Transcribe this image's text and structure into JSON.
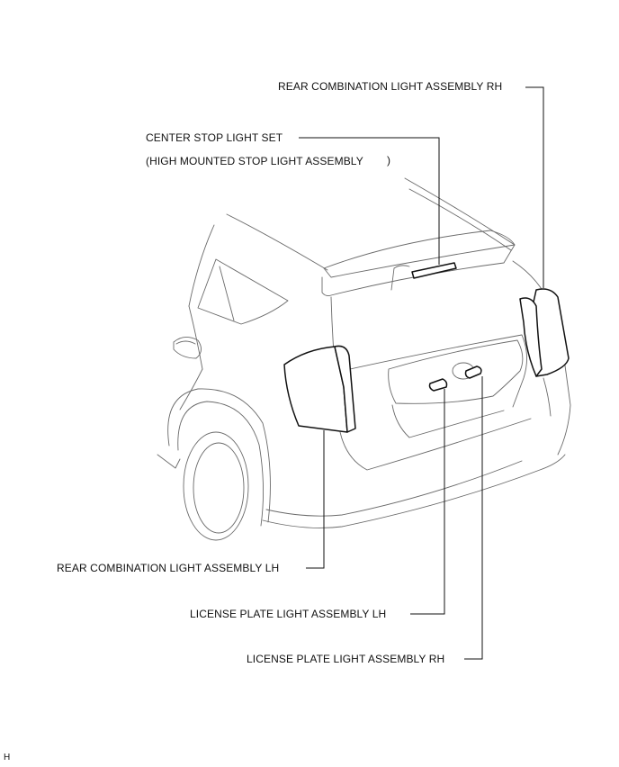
{
  "labels": {
    "rear_rh": "REAR COMBINATION LIGHT ASSEMBLY RH",
    "center_stop_1": "CENTER STOP LIGHT SET",
    "center_stop_2_open": "(HIGH MOUNTED STOP LIGHT ASSEMBLY",
    "center_stop_2_close": ")",
    "rear_lh": "REAR COMBINATION LIGHT ASSEMBLY LH",
    "license_lh": "LICENSE PLATE LIGHT ASSEMBLY LH",
    "license_rh": "LICENSE PLATE LIGHT ASSEMBLY RH",
    "corner_mark": "H"
  }
}
